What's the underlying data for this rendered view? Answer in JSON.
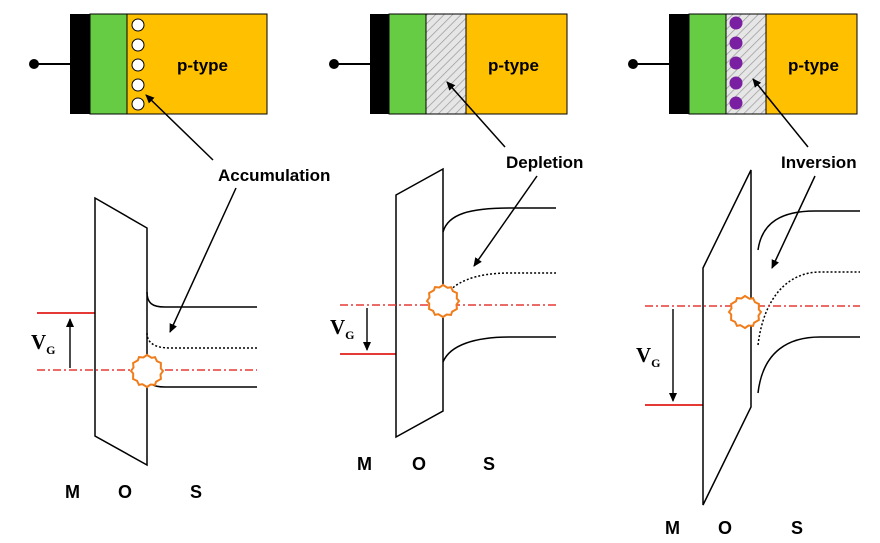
{
  "panels": [
    {
      "id": "accumulation",
      "device_label": "p-type",
      "regime_label": "Accumulation",
      "gate_label": "V",
      "gate_subscript": "G",
      "layer_labels": [
        "M",
        "O",
        "S"
      ],
      "carriers": "holes (open circles)"
    },
    {
      "id": "depletion",
      "device_label": "p-type",
      "regime_label": "Depletion",
      "gate_label": "V",
      "gate_subscript": "G",
      "layer_labels": [
        "M",
        "O",
        "S"
      ],
      "carriers": "none (hatched depletion region)"
    },
    {
      "id": "inversion",
      "device_label": "p-type",
      "regime_label": "Inversion",
      "gate_label": "V",
      "gate_subscript": "G",
      "layer_labels": [
        "M",
        "O",
        "S"
      ],
      "carriers": "electrons (filled purple circles)"
    }
  ],
  "colors": {
    "metal": "#000000",
    "oxide": "#66cc44",
    "semiconductor": "#ffc000",
    "fermi_level": "#e53935",
    "burst": "#f07c1a",
    "electron": "#7a1fa2"
  }
}
